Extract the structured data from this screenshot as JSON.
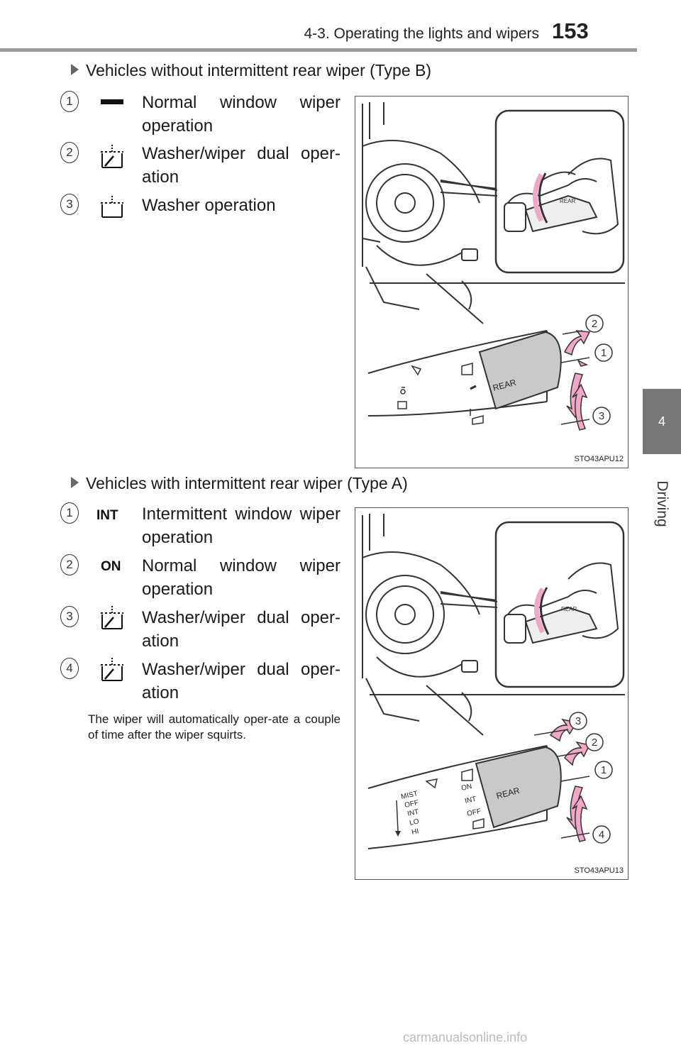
{
  "header": {
    "section_title": "4-3. Operating the lights and wipers",
    "page_number": "153"
  },
  "side_tab": {
    "chapter_number": "4",
    "chapter_label": "Driving"
  },
  "type_b": {
    "heading": "Vehicles without intermittent rear wiper (Type B)",
    "items": [
      {
        "number": "1",
        "icon": "solid-bar-icon",
        "text": "Normal window wiper operation"
      },
      {
        "number": "2",
        "icon": "washer-wiper-icon",
        "text": "Washer/wiper dual oper-ation"
      },
      {
        "number": "3",
        "icon": "rear-washer-icon",
        "text": "Washer operation"
      }
    ],
    "figure": {
      "code": "STO43APU12",
      "callouts": [
        "2",
        "1",
        "3"
      ],
      "switch_label": "REAR"
    }
  },
  "type_a": {
    "heading": "Vehicles with intermittent rear wiper (Type A)",
    "items": [
      {
        "number": "1",
        "icon_text": "INT",
        "text": "Intermittent window wiper operation"
      },
      {
        "number": "2",
        "icon_text": "ON",
        "text": "Normal window wiper operation"
      },
      {
        "number": "3",
        "icon": "washer-wiper-icon",
        "text": "Washer/wiper dual oper-ation"
      },
      {
        "number": "4",
        "icon": "washer-wiper-icon",
        "text": "Washer/wiper dual oper-ation"
      }
    ],
    "note": "The wiper will automatically oper-ate a couple of time after the wiper squirts.",
    "figure": {
      "code": "STO43APU13",
      "callouts": [
        "3",
        "2",
        "1",
        "4"
      ],
      "switch_label": "REAR",
      "rear_positions": [
        "ON",
        "INT",
        "OFF"
      ],
      "front_positions": [
        "MIST",
        "OFF",
        "INT",
        "LO",
        "HI"
      ]
    }
  },
  "watermark": "carmanualsonline.info",
  "colors": {
    "arrow_pink": "#f2a6c8",
    "arrow_outline": "#333333",
    "tab_gray": "#777777",
    "rule_gray": "#9b9b9b"
  }
}
